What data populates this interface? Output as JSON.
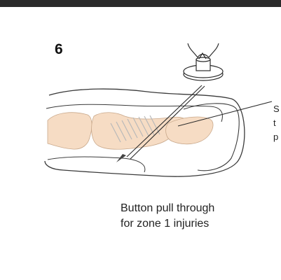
{
  "step": {
    "number": "6"
  },
  "side_label": {
    "lines": [
      "S",
      "t",
      "p"
    ]
  },
  "caption": {
    "lines": [
      "Button pull through",
      "for zone 1 injuries"
    ]
  },
  "colors": {
    "rule": "#2a2a2a",
    "bone": "#f6dcc4",
    "outline": "#3a3a3a",
    "stripe": "#b9b9b9"
  }
}
